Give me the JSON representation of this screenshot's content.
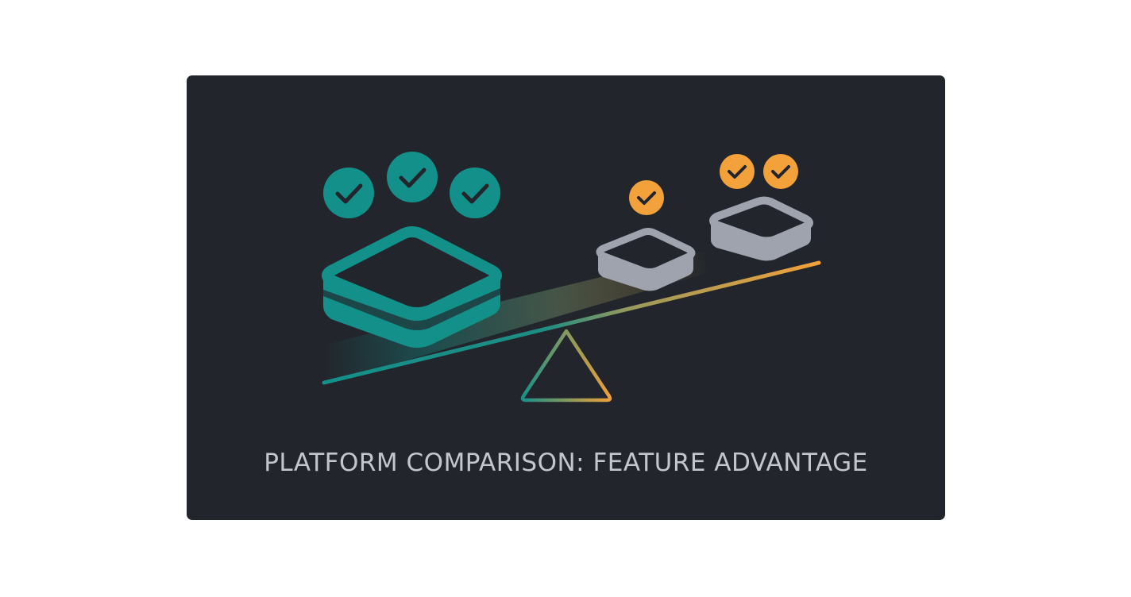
{
  "caption": "PLATFORM COMPARISON: FEATURE ADVANTAGE",
  "colors": {
    "background": "#ffffff",
    "card": "#22262c",
    "teal": "#13908a",
    "teal_dark": "#0f6f6a",
    "orange": "#f3a13a",
    "gray": "#9ea3ad",
    "gray_dark": "#7e838c",
    "caption": "#c3c7cd"
  },
  "left_platform": {
    "color": "teal",
    "checkmarks": 3
  },
  "right_platforms": [
    {
      "color": "gray",
      "checkmarks": 1
    },
    {
      "color": "gray",
      "checkmarks": 2
    }
  ],
  "icons": {
    "check": "check-circle-icon",
    "box": "platform-box-icon",
    "fulcrum": "fulcrum-triangle-icon",
    "beam": "seesaw-beam"
  }
}
